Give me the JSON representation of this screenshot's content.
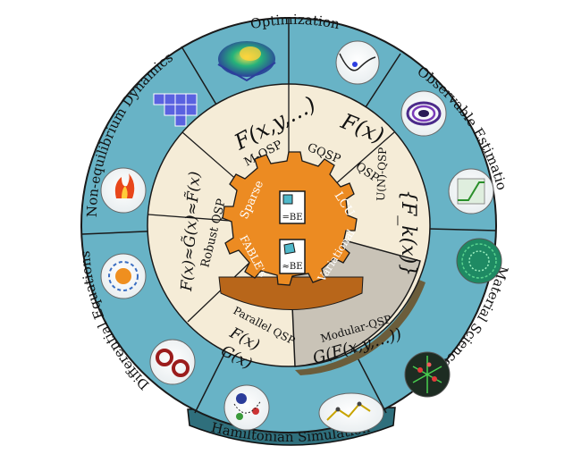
{
  "outer_ring": {
    "optimization": "Optimization",
    "observable_estimation": "Observable Estimation",
    "material_science": "Material Science",
    "hamiltonian_simulation": "Hamiltonian Simulation",
    "differential_equations": "Differential Equations",
    "non_equilibrium_dynamics": "Non-equilibrium Dynamics"
  },
  "middle_ring": {
    "m_qsp": {
      "label": "M-QSP",
      "formula": "F(x,y,…)"
    },
    "gqsp": {
      "label": "GQSP",
      "formula": "F(x)"
    },
    "qsp": {
      "label": "QSP"
    },
    "u_n_qsp": {
      "label": "U(N)-QSP",
      "formula": "{F_k(x)}"
    },
    "modular_qsp": {
      "label": "Modular-QSP",
      "formula": "G(F(x,y,…))"
    },
    "parallel_qsp": {
      "label": "Parallel QSP",
      "formula_top": "F(x)",
      "formula_bottom": "G(x)"
    },
    "robust_qsp": {
      "label": "Robust QSP",
      "formula": "F(x)≈G̃(x)≈F̃(x)"
    }
  },
  "core": {
    "sparse": "Sparse",
    "lcu": "LCU",
    "fable": "FABLE's",
    "variational": "Variational",
    "be_exact": "=BE",
    "be_approx": "≈BE"
  },
  "colors": {
    "outer_blue": "#68b3c6",
    "outer_border": "#1a1a1a",
    "middle_cream": "#f5ecd7",
    "middle_gray": "#c9c3b7",
    "core_orange": "#ec8b22",
    "core_dark": "#b8661a",
    "teal_panel": "#3c8c9c"
  }
}
